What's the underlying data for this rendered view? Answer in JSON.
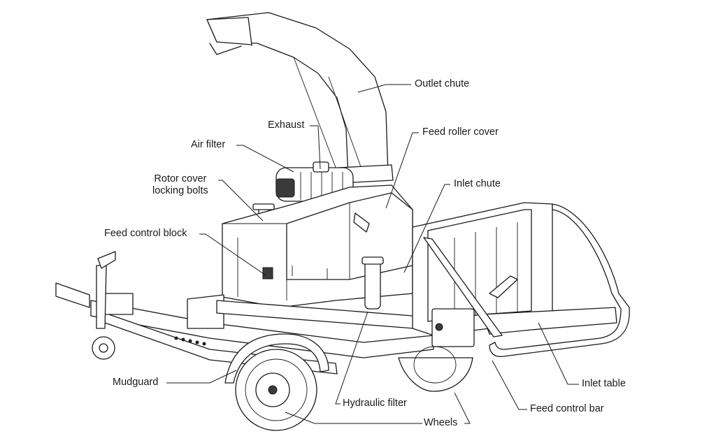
{
  "labels": {
    "outlet_chute": "Outlet chute",
    "exhaust": "Exhaust",
    "feed_roller_cover": "Feed roller cover",
    "air_filter": "Air filter",
    "rotor_cover_locking_bolts": "Rotor cover\nlocking bolts",
    "inlet_chute": "Inlet chute",
    "feed_control_block": "Feed control block",
    "mudguard": "Mudguard",
    "hydraulic_filter": "Hydraulic filter",
    "inlet_table": "Inlet table",
    "feed_control_bar": "Feed control bar",
    "wheels": "Wheels"
  },
  "colors": {
    "line": "#1a1a1a",
    "background": "#ffffff",
    "shade": "#e9e9e9"
  }
}
